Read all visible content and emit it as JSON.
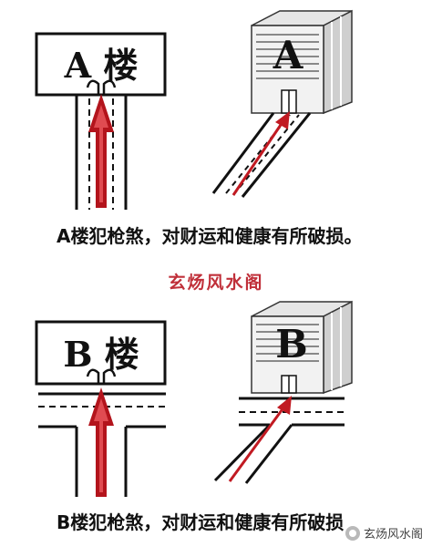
{
  "top": {
    "building_box_label": "A 楼",
    "cube_letter": "A",
    "caption": "A楼犯枪煞，对财运和健康有所破损。"
  },
  "subtitle": "玄炀风水阁",
  "bottom": {
    "building_box_label": "B 楼",
    "cube_letter": "B",
    "caption": "B楼犯枪煞，对财运和健康有所破损"
  },
  "watermark": "玄炀风水阁",
  "colors": {
    "arrow": "#b3141c",
    "ink": "#111111",
    "subtitle": "#c0303a"
  },
  "icons": [
    "door-icon",
    "arrow-icon",
    "watermark-logo-icon"
  ]
}
